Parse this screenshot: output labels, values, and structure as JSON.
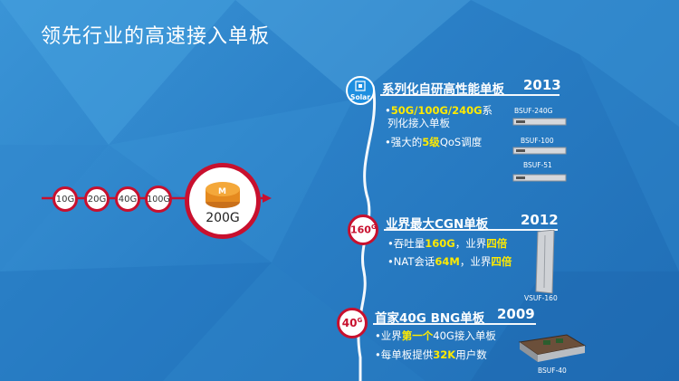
{
  "slide": {
    "title": "领先行业的高速接入单板"
  },
  "speed_nodes": [
    "10G",
    "20G",
    "40G",
    "100G"
  ],
  "hub_label": "200G",
  "milestones": [
    {
      "badge": "Solar",
      "title": "系列化自研高性能单板",
      "year": "2013",
      "bullet1_pre": "•",
      "bullet1_hl": "50G/100G/240G",
      "bullet1_post": "系",
      "bullet1_line2": "列化接入单板",
      "bullet2_pre": "•强大的",
      "bullet2_hl": "5级",
      "bullet2_post": "QoS调度",
      "products": [
        "BSUF-240G",
        "BSUF-100",
        "BSUF-51"
      ]
    },
    {
      "badge_main": "160",
      "badge_sup": "G",
      "title": "业界最大CGN单板",
      "year": "2012",
      "bullet1_pre": "•吞吐量",
      "bullet1_hl": "160G",
      "bullet1_mid": "，业界",
      "bullet1_hl2": "四倍",
      "bullet2_pre": "•NAT会话",
      "bullet2_hl": "64M",
      "bullet2_mid": "，业界",
      "bullet2_hl2": "四倍",
      "products": [
        "VSUF-160"
      ]
    },
    {
      "badge_main": "40",
      "badge_sup": "G",
      "title": "首家40G BNG单板",
      "year": "2009",
      "bullet1_pre": "•业界",
      "bullet1_hl": "第一个",
      "bullet1_post": "40G接入单板",
      "bullet2_pre": "•每单板提供",
      "bullet2_hl": "32K",
      "bullet2_post": "用户数",
      "products": [
        "BSUF-40"
      ]
    }
  ],
  "colors": {
    "accent_red": "#c8102e",
    "highlight_yellow": "#ffea00",
    "background_blue": "#2a7fc6"
  },
  "icons": {
    "hub": "router-icon",
    "solar": "chip-icon"
  }
}
